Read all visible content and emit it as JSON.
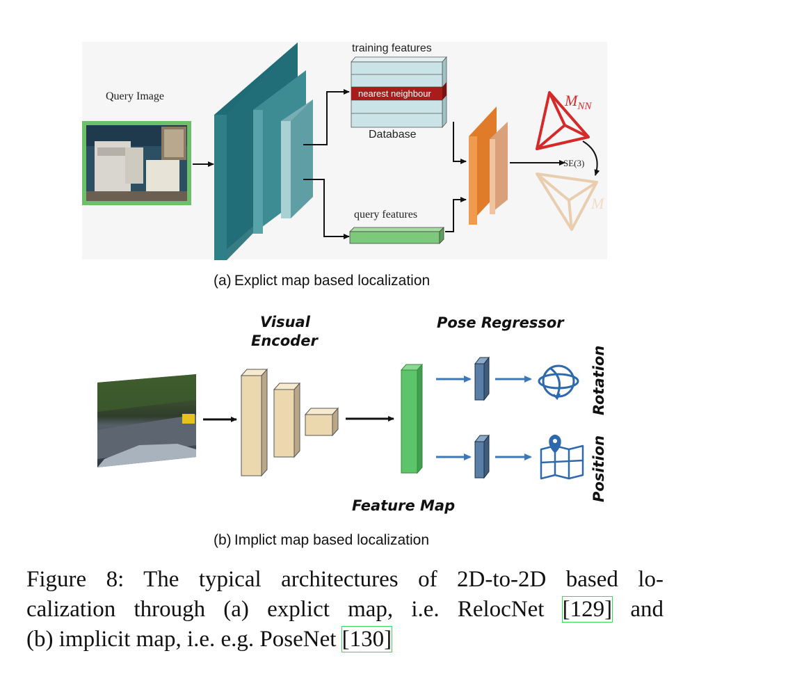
{
  "panel_a": {
    "query_image_label": "Query Image",
    "training_features_label": "training features",
    "nearest_neighbour_label": "nearest neighbour",
    "database_label": "Database",
    "query_features_label": "query features",
    "pose_label_main": "M",
    "pose_label_sub": "NN",
    "transform_label": "SE(3)",
    "pose_label_target": "M",
    "subcaption": "(a) Explict map based localization",
    "colors": {
      "encoder": "#2f7a84",
      "database": "#c9e3e6",
      "neighbour": "#a81c1c",
      "query_feat": "#7cc97b",
      "fusion": "#e07b2a",
      "pose_red": "#d42a2a",
      "pose_beige": "#e8c9a8",
      "query_border": "#6cc06a"
    }
  },
  "panel_b": {
    "visual_encoder_line1": "Visual",
    "visual_encoder_line2": "Encoder",
    "pose_regressor_label": "Pose Regressor",
    "feature_map_label": "Feature Map",
    "rotation_label": "Rotation",
    "position_label": "Position",
    "subcaption": "(b) Implict map based localization",
    "colors": {
      "encoder": "#ecd8ae",
      "feature_map": "#5cc46a",
      "regressor": "#5a7fa6",
      "arrow_blue": "#3c77b8"
    }
  },
  "caption": {
    "line1": "Figure 8: The typical architectures of 2D-to-2D based lo-",
    "line2_pre": "calization through (a) explict map, i.e. RelocNet ",
    "ref1": "[129]",
    "line2_post": " and",
    "line3_pre": "(b) implicit map, i.e. e.g. PoseNet ",
    "ref2": "[130]"
  }
}
